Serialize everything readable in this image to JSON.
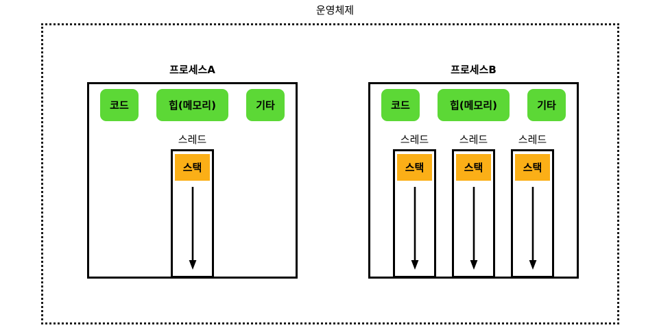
{
  "diagram": {
    "title": "운영체제",
    "boundary_style": "dotted",
    "colors": {
      "background": "#ffffff",
      "segment_green": "#5CD836",
      "stack_orange": "#FBAF17",
      "stroke_black": "#000000"
    },
    "processes": [
      {
        "label": "프로세스A",
        "segments": [
          {
            "label": "코드"
          },
          {
            "label": "힙(메모리)"
          },
          {
            "label": "기타"
          }
        ],
        "threads": [
          {
            "label": "스레드",
            "stack_label": "스택",
            "arrow": "down-arrow"
          }
        ]
      },
      {
        "label": "프로세스B",
        "segments": [
          {
            "label": "코드"
          },
          {
            "label": "힙(메모리)"
          },
          {
            "label": "기타"
          }
        ],
        "threads": [
          {
            "label": "스레드",
            "stack_label": "스택",
            "arrow": "down-arrow"
          },
          {
            "label": "스레드",
            "stack_label": "스택",
            "arrow": "down-arrow"
          },
          {
            "label": "스레드",
            "stack_label": "스택",
            "arrow": "down-arrow"
          }
        ]
      }
    ]
  }
}
